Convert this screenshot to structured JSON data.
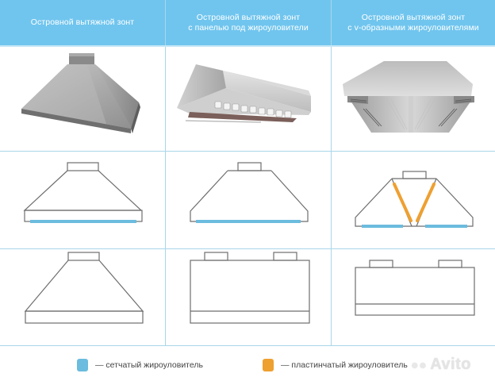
{
  "header": {
    "columns": [
      {
        "line1": "Островной вытяжной зонт",
        "line2": ""
      },
      {
        "line1": "Островной вытяжной зонт",
        "line2": "с панелью под жироуловители"
      },
      {
        "line1": "Островной вытяжной зонт",
        "line2": "с v-образными жироуловителями"
      }
    ],
    "background": "#70c5ee",
    "text_color": "#ffffff"
  },
  "rows": [
    {
      "name": "photos",
      "items": [
        "photo-pyramid-hood",
        "photo-hood-with-filter-panel",
        "photo-hood-v-filters"
      ]
    },
    {
      "name": "diagrams-with-filters",
      "items": [
        "pyramid-hood-mesh-filter",
        "trapezoid-hood-mesh-filter",
        "v-shape-hood-plate-and-mesh-filters"
      ]
    },
    {
      "name": "diagrams-outline",
      "items": [
        "pyramid-hood-outline",
        "box-hood-two-outlets",
        "box-hood-two-outlets-low"
      ]
    }
  ],
  "colors": {
    "grid_line": "#a9d6ea",
    "outline": "#6e6e6e",
    "mesh_filter": "#6bbcde",
    "plate_filter": "#eea031"
  },
  "legend": {
    "items": [
      {
        "label": "— сетчатый жироуловитель",
        "color": "#6bbcde"
      },
      {
        "label": "— пластинчатый жироуловитель",
        "color": "#eea031"
      }
    ]
  },
  "watermark": {
    "text": "Avito"
  }
}
